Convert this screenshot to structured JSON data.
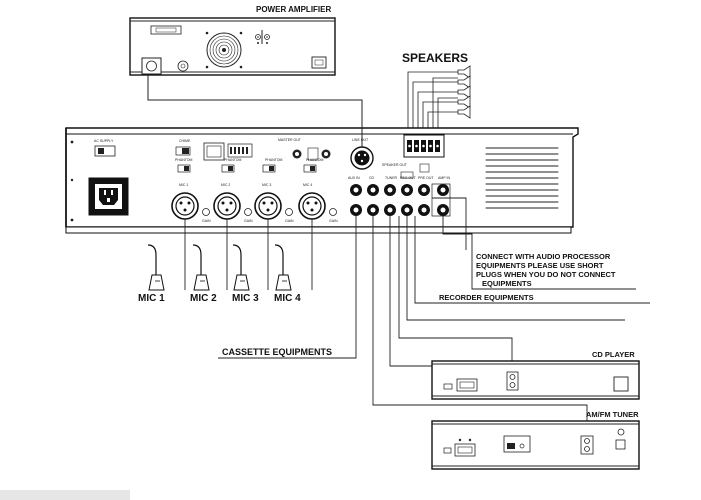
{
  "labels": {
    "power_amplifier": "POWER AMPLIFIER",
    "speakers": "SPEAKERS",
    "mic1": "MIC 1",
    "mic2": "MIC 2",
    "mic3": "MIC 3",
    "mic4": "MIC 4",
    "audio_processor": [
      "CONNECT WITH AUDIO PROCESSOR",
      "EQUIPMENTS PLEASE USE SHORT",
      "PLUGS WHEN YOU DO NOT CONNECT",
      "EQUIPMENTS"
    ],
    "recorder": "RECORDER EQUIPMENTS",
    "cassette": "CASSETTE EQUIPMENTS",
    "cd_player": "CD PLAYER",
    "tuner": "AM/FM TUNER"
  },
  "panel_labels": {
    "ac_supply": "AC SUPPLY",
    "chime": "CHIME",
    "master_out": "MASTER OUT",
    "line_out": "LINE OUT",
    "phantom": "PHANTOM",
    "mic1": "MIC 1",
    "mic2": "MIC 2",
    "mic3": "MIC 3",
    "mic4": "MIC 4",
    "gain": "GAIN",
    "aux_in": "AUX IN",
    "cd": "CD",
    "tuner": "TUNER",
    "rec_out": "REC OUT",
    "pre_out": "PRE OUT",
    "amp_in": "AMP IN",
    "speaker_out": "SPEAKER OUT"
  }
}
